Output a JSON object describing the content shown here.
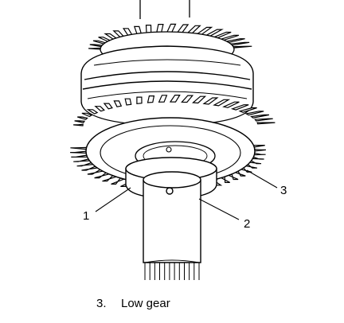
{
  "diagram": {
    "callouts": [
      {
        "id": "1",
        "label": "1"
      },
      {
        "id": "2",
        "label": "2"
      },
      {
        "id": "3",
        "label": "3"
      }
    ],
    "legend": [
      {
        "number": "3.",
        "text": "Low gear"
      }
    ],
    "colors": {
      "ink": "#000000",
      "paper": "#ffffff"
    }
  }
}
